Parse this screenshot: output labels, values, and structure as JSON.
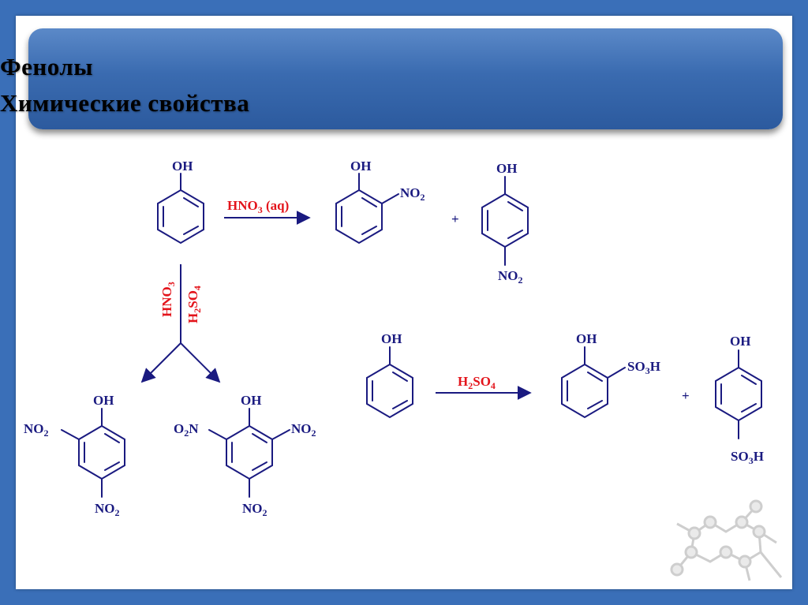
{
  "title": {
    "line1": "Фенолы",
    "line2": "Химические свойства"
  },
  "groups": {
    "oh": "OH",
    "no2": "NO",
    "o2n": "O",
    "so3h": "SO",
    "h": "H",
    "n": "N",
    "sub2": "2",
    "sub3": "3",
    "sub4": "4"
  },
  "reagents": {
    "nitration_dilute": {
      "formula": "HNO",
      "sub": "3",
      "condition": " (aq)"
    },
    "nitric_acid": {
      "formula": "HNO",
      "sub": "3"
    },
    "sulfuric_acid": {
      "prefix": "H",
      "sub1": "2",
      "formula": "SO",
      "sub2": "4"
    }
  },
  "plus_sign": "+",
  "colors": {
    "background": "#3a6fb8",
    "banner": "#3a6bb0",
    "structure": "#1a1a80",
    "reagent": "#e3141b",
    "arrow": "#1a1a80"
  }
}
